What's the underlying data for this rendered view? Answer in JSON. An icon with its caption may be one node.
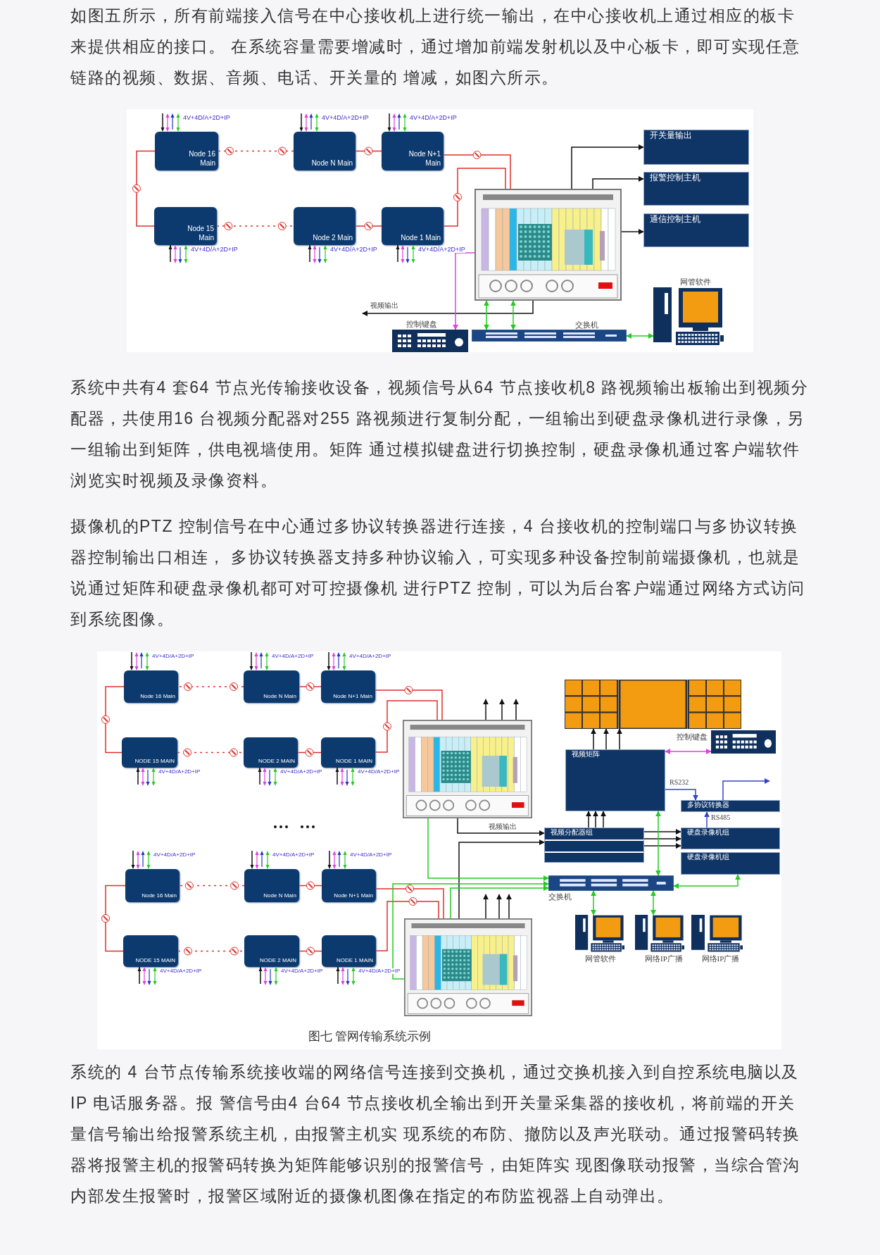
{
  "diagram": {
    "caption": "图七 管网传输系统示例",
    "nodes": [
      {
        "text": [
          "Node 16 Main"
        ],
        "beside": [
          "4V+4D/A+2D+IP"
        ]
      },
      {
        "text": [
          "Node N Main"
        ],
        "beside": [
          "4V+4D/A+2D+IP"
        ]
      },
      {
        "text": [
          "Node N+1 Main"
        ],
        "beside": [
          "4V+4D/A+2D+IP"
        ]
      },
      {
        "text": [
          "开关量输出"
        ]
      },
      {
        "text": [
          "报警控制主机"
        ]
      },
      {
        "text": [
          "通信控制主机"
        ]
      },
      {
        "text": [
          "Node 15 Main"
        ],
        "beside": [
          "4V+4D/A+2D+IP"
        ]
      },
      {
        "text": [
          "Node 2 Main"
        ],
        "beside": [
          "4V+4D/A+2D+IP"
        ]
      },
      {
        "text": [
          "Node 1 Main"
        ],
        "beside": [
          "4V+4D/A+2D+IP"
        ]
      },
      {
        "text": [],
        "shape": "picture"
      },
      {
        "text": [
          "网管软件"
        ]
      },
      {
        "text": [
          "控制键盘"
        ]
      },
      {
        "text": [
          "交换机"
        ]
      },
      {
        "text": [
          "Node 16 Main"
        ],
        "beside": [
          "4V+4D/A+2D+IP"
        ]
      },
      {
        "text": [
          "Node N Main"
        ],
        "beside": [
          "4V+4D/A+2D+IP"
        ]
      },
      {
        "text": [
          "Node N+1 Main"
        ],
        "beside": [
          "4V+4D/A+2D+IP"
        ]
      },
      {
        "text": [],
        "shape": "picture"
      },
      {
        "text": [
          "NODE 15 MAIN"
        ],
        "beside": [
          "4V+4D/A+2D+IP"
        ]
      },
      {
        "text": [
          "NODE 2 MAIN"
        ],
        "beside": [
          "4V+4D/A+2D+IP"
        ]
      },
      {
        "text": [
          "NODE 1 MAIN"
        ],
        "beside": [
          "4V+4D/A+2D+IP"
        ]
      },
      {
        "text": [],
        "shape": "picture"
      },
      {
        "text": [
          "视频矩阵"
        ]
      },
      {
        "text": [
          "控制键盘"
        ]
      },
      {
        "text": [
          "多协议转换器"
        ]
      },
      {
        "text": [
          "视频分配器组"
        ]
      },
      {
        "text": [
          "硬盘录像机组"
        ]
      },
      {
        "text": [
          "硬盘录像机组"
        ]
      },
      {
        "text": [
          "交换机"
        ]
      },
      {
        "text": [
          "Node 16 Main"
        ],
        "beside": [
          "4V+4D/A+2D+IP"
        ]
      },
      {
        "text": [
          "Node N Main"
        ],
        "beside": [
          "4V+4D/A+2D+IP"
        ]
      },
      {
        "text": [
          "Node N+1 Main"
        ],
        "beside": [
          "4V+4D/A+2D+IP"
        ]
      },
      {
        "text": [
          "NODE 15 MAIN"
        ],
        "beside": [
          "4V+4D/A+2D+IP"
        ]
      },
      {
        "text": [
          "NODE 2 MAIN"
        ],
        "beside": [
          "4V+4D/A+2D+IP"
        ]
      },
      {
        "text": [
          "NODE 1 MAIN"
        ],
        "beside": [
          "4V+4D/A+2D+IP"
        ]
      },
      {
        "text": [],
        "shape": "picture"
      },
      {
        "text": [
          "网管软件"
        ]
      },
      {
        "text": [
          "网络IP广播"
        ]
      },
      {
        "text": [
          "网络IP广播"
        ]
      }
    ],
    "edges": [
      {
        "from": 2,
        "to": 1,
        "arrow": "none",
        "color": "#e0302a"
      },
      {
        "from": 1,
        "to": 0,
        "arrow": "none",
        "color": "#e0302a",
        "style": "dashed"
      },
      {
        "from": 0,
        "to": 6,
        "arrow": "none",
        "color": "#e0302a"
      },
      {
        "from": 6,
        "to": 7,
        "arrow": "none",
        "color": "#e0302a",
        "style": "dashed"
      },
      {
        "from": 7,
        "to": 8,
        "arrow": "none",
        "color": "#e0302a"
      },
      {
        "from": 8,
        "to": 9,
        "arrow": "none",
        "color": "#e0302a"
      },
      {
        "from": 2,
        "to": 9,
        "arrow": "none",
        "color": "#e0302a"
      },
      {
        "from": 9,
        "to": 3,
        "arrow": "to",
        "color": "#111111"
      },
      {
        "from": 9,
        "to": 4,
        "arrow": "to",
        "color": "#111111"
      },
      {
        "from": 9,
        "to": 5,
        "arrow": "to",
        "color": "#111111"
      },
      {
        "from": 9,
        "to": null,
        "arrow": "to",
        "label": "视频输出",
        "color": "#111111"
      },
      {
        "from": 9,
        "to": 11,
        "arrow": "to",
        "color": "#e040e0"
      },
      {
        "from": 9,
        "to": 12,
        "arrow": "both",
        "color": "#22cc22"
      },
      {
        "from": 9,
        "to": 12,
        "arrow": "both",
        "color": "#22cc22"
      },
      {
        "from": 12,
        "to": 10,
        "arrow": "both",
        "color": "#22cc22"
      },
      {
        "from": 15,
        "to": 14,
        "arrow": "none",
        "color": "#e0302a"
      },
      {
        "from": 14,
        "to": 13,
        "arrow": "none",
        "color": "#e0302a",
        "style": "dashed"
      },
      {
        "from": 13,
        "to": 17,
        "arrow": "none",
        "color": "#e0302a"
      },
      {
        "from": 17,
        "to": 18,
        "arrow": "none",
        "color": "#e0302a",
        "style": "dashed"
      },
      {
        "from": 18,
        "to": 19,
        "arrow": "none",
        "color": "#e0302a"
      },
      {
        "from": 19,
        "to": 20,
        "arrow": "none",
        "color": "#e0302a"
      },
      {
        "from": 15,
        "to": 20,
        "arrow": "none",
        "color": "#e0302a"
      },
      {
        "from": 30,
        "to": 29,
        "arrow": "none",
        "color": "#e0302a"
      },
      {
        "from": 29,
        "to": 28,
        "arrow": "none",
        "color": "#e0302a",
        "style": "dashed"
      },
      {
        "from": 28,
        "to": 31,
        "arrow": "none",
        "color": "#e0302a"
      },
      {
        "from": 31,
        "to": 32,
        "arrow": "none",
        "color": "#e0302a",
        "style": "dashed"
      },
      {
        "from": 32,
        "to": 33,
        "arrow": "none",
        "color": "#e0302a"
      },
      {
        "from": 33,
        "to": 34,
        "arrow": "none",
        "color": "#e0302a"
      },
      {
        "from": 30,
        "to": 34,
        "arrow": "none",
        "color": "#e0302a"
      },
      {
        "from": 20,
        "to": 24,
        "arrow": "to",
        "label": "视频输出",
        "color": "#111111"
      },
      {
        "from": 34,
        "to": 24,
        "arrow": "to",
        "color": "#111111"
      },
      {
        "from": 24,
        "to": 21,
        "arrow": "to",
        "color": "#111111"
      },
      {
        "from": 24,
        "to": 21,
        "arrow": "to",
        "color": "#111111"
      },
      {
        "from": 24,
        "to": 21,
        "arrow": "to",
        "color": "#111111"
      },
      {
        "from": 21,
        "to": 16,
        "arrow": "to",
        "color": "#111111"
      },
      {
        "from": 21,
        "to": 16,
        "arrow": "to",
        "color": "#111111"
      },
      {
        "from": 21,
        "to": 16,
        "arrow": "to",
        "color": "#111111"
      },
      {
        "from": 24,
        "to": 25,
        "arrow": "to",
        "color": "#111111"
      },
      {
        "from": 24,
        "to": 25,
        "arrow": "to",
        "color": "#111111"
      },
      {
        "from": 24,
        "to": 25,
        "arrow": "to",
        "color": "#111111"
      },
      {
        "from": 20,
        "to": null,
        "arrow": "to",
        "color": "#111111"
      },
      {
        "from": 20,
        "to": null,
        "arrow": "to",
        "color": "#111111"
      },
      {
        "from": 20,
        "to": null,
        "arrow": "to",
        "color": "#111111"
      },
      {
        "from": 34,
        "to": null,
        "arrow": "to",
        "color": "#111111"
      },
      {
        "from": 34,
        "to": null,
        "arrow": "to",
        "color": "#111111"
      },
      {
        "from": 34,
        "to": null,
        "arrow": "to",
        "color": "#111111"
      },
      {
        "from": 22,
        "to": 21,
        "arrow": "both",
        "color": "#e040e0"
      },
      {
        "from": 21,
        "to": 23,
        "arrow": "to",
        "label": "RS232",
        "color": "#3344cc"
      },
      {
        "from": 25,
        "to": 23,
        "arrow": "to",
        "label": "RS485",
        "color": "#3344cc"
      },
      {
        "from": 23,
        "to": null,
        "arrow": "to",
        "color": "#3344cc"
      },
      {
        "from": 20,
        "to": 27,
        "arrow": "to",
        "color": "#22cc22"
      },
      {
        "from": 34,
        "to": 27,
        "arrow": "to",
        "color": "#22cc22"
      },
      {
        "from": 34,
        "to": 27,
        "arrow": "to",
        "color": "#22cc22"
      },
      {
        "from": 21,
        "to": 27,
        "arrow": "both",
        "color": "#22cc22"
      },
      {
        "from": 26,
        "to": 27,
        "arrow": "both",
        "color": "#22cc22"
      },
      {
        "from": 27,
        "to": 35,
        "arrow": "both",
        "color": "#22cc22"
      },
      {
        "from": 27,
        "to": 36,
        "arrow": "both",
        "color": "#22cc22"
      }
    ],
    "labels": [
      "如图五所示，所有前端接入信号在中心接收机上进行统一输出，在中心接收机上通过相应的板卡来提供相应的接口。 在系统容量需要增减时，通过增加前端发射机以及中心板卡，即可实现任意链路的视频、数据、音频、电话、开关量的 增减，如图六所示。",
      "系统中共有4 套64 节点光传输接收设备，视频信号从64 节点接收机8 路视频输出板输出到视频分配器，共使用16 台视频分配器对255 路视频进行复制分配，一组输出到硬盘录像机进行录像，另一组输出到矩阵，供电视墙使用。矩阵 通过模拟键盘进行切换控制，硬盘录像机通过客户端软件浏览实时视频及录像资料。",
      "摄像机的PTZ 控制信号在中心通过多协议转换器进行连接，4 台接收机的控制端口与多协议转换器控制输出口相连， 多协议转换器支持多种协议输入，可实现多种设备控制前端摄像机，也就是说通过矩阵和硬盘录像机都可对可控摄像机 进行PTZ 控制，可以为后台客户端通过网络方式访问到系统图像。",
      "系统的 4 台节点传输系统接收端的网络信号连接到交换机，通过交换机接入到自控系统电脑以及IP 电话服务器。报 警信号由4 台64 节点接收机全输出到开关量采集器的接收机，将前端的开关量信号输出给报警系统主机，由报警主机实 现系统的布防、撤防以及声光联动。通过报警码转换器将报警主机的报警码转换为矩阵能够识别的报警信号，由矩阵实 现图像联动报警，当综合管沟内部发生报警时，报警区域附近的摄像机图像在指定的布防监视器上自动弹出。"
    ]
  }
}
